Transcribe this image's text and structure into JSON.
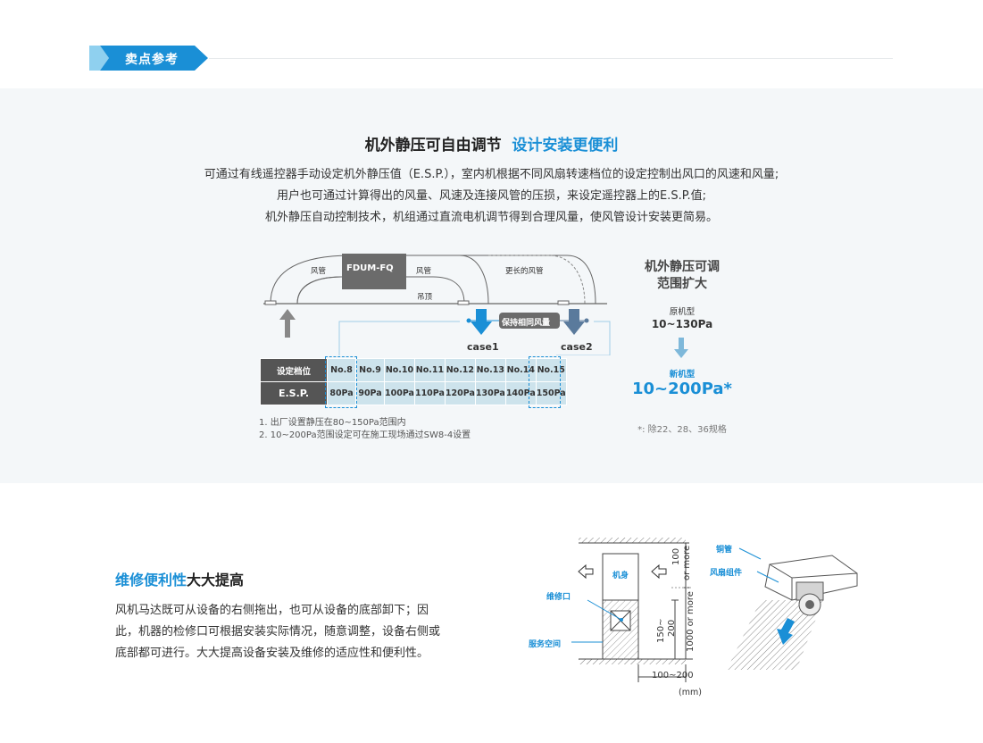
{
  "header": {
    "tag_label": "卖点参考"
  },
  "section1": {
    "title_main": "机外静压可自由调节",
    "title_highlight": "设计安装更便利",
    "paragraph_lines": [
      "可通过有线遥控器手动设定机外静压值（E.S.P.），室内机根据不同风扇转速档位的设定控制出风口的风速和风量;",
      "用户也可通过计算得出的风量、风速及连接风管的压损，来设定遥控器上的E.S.P.值;",
      "机外静压自动控制技术，机组通过直流电机调节得到合理风量，使风管设计安装更简易。"
    ],
    "diagram": {
      "duct_label": "风管",
      "unit_label": "FDUM-FQ",
      "duct_label_2": "风管",
      "longer_duct_label": "更长的风管",
      "ceiling_label": "吊顶",
      "same_airflow_label": "保持相同风量",
      "case1": "case1",
      "case2": "case2"
    },
    "table": {
      "row1_header": "设定档位",
      "row2_header": "E.S.P.",
      "levels": [
        "No.8",
        "No.9",
        "No.10",
        "No.11",
        "No.12",
        "No.13",
        "No.14",
        "No.15"
      ],
      "esp": [
        "80Pa",
        "90Pa",
        "100Pa",
        "110Pa",
        "120Pa",
        "130Pa",
        "140Pa",
        "150Pa"
      ]
    },
    "notes": [
      "1. 出厂设置静压在80~150Pa范围内",
      "2. 10~200Pa范围设定可在施工现场通过SW8-4设置"
    ],
    "range_panel": {
      "title_line1": "机外静压可调",
      "title_line2": "范围扩大",
      "old_label": "原机型",
      "old_range": "10~130Pa",
      "new_label": "新机型",
      "new_range": "10~200Pa*",
      "footnote": "*: 除22、28、36规格"
    }
  },
  "section2": {
    "title_highlight": "维修便利性",
    "title_main": "大大提高",
    "paragraph_lines": [
      "风机马达既可从设备的右侧拖出，也可从设备的底部卸下；因",
      "此，机器的检修口可根据安装实际情况，随意调整，设备右侧或",
      "底部都可进行。大大提高设备安装及维修的适应性和便利性。"
    ],
    "diagram": {
      "body_label": "机身",
      "service_port_label": "维修口",
      "service_space_label": "服务空间",
      "dim_100": "100",
      "dim_or_more": "or more",
      "dim_150_200": "150~",
      "dim_200": "200",
      "dim_1000": "1000 or more",
      "dim_bottom": "100~200",
      "unit": "(mm)",
      "copper_pipe_label": "铜管",
      "fan_assembly_label": "风扇组件"
    }
  },
  "colors": {
    "accent": "#1a8fd6",
    "band": "#f4f7f9",
    "table_cell": "#cde3ec",
    "dark_cell": "#555555"
  }
}
